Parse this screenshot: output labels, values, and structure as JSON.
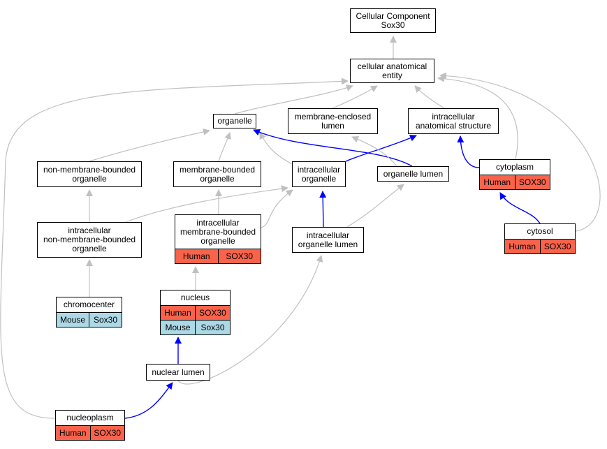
{
  "colors": {
    "edge_gray": "#c0c0c0",
    "edge_blue": "#0000ff",
    "human": "#fa634b",
    "mouse": "#add8e6"
  },
  "nodes": {
    "root": {
      "lines": [
        "Cellular Component",
        "Sox30"
      ]
    },
    "cae": {
      "lines": [
        "cellular anatomical",
        "entity"
      ]
    },
    "organelle": {
      "lines": [
        "organelle"
      ]
    },
    "mem_enclosed": {
      "lines": [
        "membrane-enclosed",
        "lumen"
      ]
    },
    "ias": {
      "lines": [
        "intracellular",
        "anatomical structure"
      ]
    },
    "nmbo": {
      "lines": [
        "non-membrane-bounded",
        "organelle"
      ]
    },
    "mbo": {
      "lines": [
        "membrane-bounded",
        "organelle"
      ]
    },
    "io": {
      "lines": [
        "intracellular",
        "organelle"
      ]
    },
    "org_lumen": {
      "lines": [
        "organelle lumen"
      ]
    },
    "cytoplasm": {
      "lines": [
        "cytoplasm"
      ],
      "ann": [
        [
          "Human",
          "SOX30"
        ]
      ]
    },
    "inmbo": {
      "lines": [
        "intracellular",
        "non-membrane-bounded",
        "organelle"
      ]
    },
    "imbo": {
      "lines": [
        "intracellular",
        "membrane-bounded",
        "organelle"
      ],
      "ann": [
        [
          "Human",
          "SOX30"
        ]
      ]
    },
    "iol": {
      "lines": [
        "intracellular",
        "organelle lumen"
      ]
    },
    "cytosol": {
      "lines": [
        "cytosol"
      ],
      "ann": [
        [
          "Human",
          "SOX30"
        ]
      ]
    },
    "chromocenter": {
      "lines": [
        "chromocenter"
      ],
      "ann": [
        [
          "Mouse",
          "Sox30"
        ]
      ]
    },
    "nucleus": {
      "lines": [
        "nucleus"
      ],
      "ann": [
        [
          "Human",
          "SOX30"
        ],
        [
          "Mouse",
          "Sox30"
        ]
      ]
    },
    "nuc_lumen": {
      "lines": [
        "nuclear lumen"
      ]
    },
    "nucleoplasm": {
      "lines": [
        "nucleoplasm"
      ],
      "ann": [
        [
          "Human",
          "SOX30"
        ]
      ]
    }
  },
  "edges": [
    {
      "from": "cae",
      "to": "root",
      "color": "gray"
    },
    {
      "from": "organelle",
      "to": "cae",
      "color": "gray"
    },
    {
      "from": "mem_enclosed",
      "to": "cae",
      "color": "gray"
    },
    {
      "from": "ias",
      "to": "cae",
      "color": "gray"
    },
    {
      "from": "cytoplasm",
      "to": "cae",
      "color": "gray"
    },
    {
      "from": "cytosol",
      "to": "cae",
      "color": "gray"
    },
    {
      "from": "nucleoplasm",
      "to": "cae",
      "color": "gray"
    },
    {
      "from": "nmbo",
      "to": "organelle",
      "color": "gray"
    },
    {
      "from": "mbo",
      "to": "organelle",
      "color": "gray"
    },
    {
      "from": "io",
      "to": "organelle",
      "color": "gray"
    },
    {
      "from": "org_lumen",
      "to": "organelle",
      "color": "blue"
    },
    {
      "from": "io",
      "to": "ias",
      "color": "blue"
    },
    {
      "from": "org_lumen",
      "to": "mem_enclosed",
      "color": "gray"
    },
    {
      "from": "cytoplasm",
      "to": "ias",
      "color": "blue"
    },
    {
      "from": "inmbo",
      "to": "nmbo",
      "color": "gray"
    },
    {
      "from": "inmbo",
      "to": "io",
      "color": "gray"
    },
    {
      "from": "imbo",
      "to": "mbo",
      "color": "gray"
    },
    {
      "from": "imbo",
      "to": "io",
      "color": "gray"
    },
    {
      "from": "iol",
      "to": "io",
      "color": "blue"
    },
    {
      "from": "iol",
      "to": "org_lumen",
      "color": "gray"
    },
    {
      "from": "cytosol",
      "to": "cytoplasm",
      "color": "blue"
    },
    {
      "from": "chromocenter",
      "to": "inmbo",
      "color": "gray"
    },
    {
      "from": "nucleus",
      "to": "imbo",
      "color": "gray"
    },
    {
      "from": "nuc_lumen",
      "to": "nucleus",
      "color": "blue"
    },
    {
      "from": "nuc_lumen",
      "to": "iol",
      "color": "gray"
    },
    {
      "from": "nucleoplasm",
      "to": "nuc_lumen",
      "color": "blue"
    }
  ]
}
